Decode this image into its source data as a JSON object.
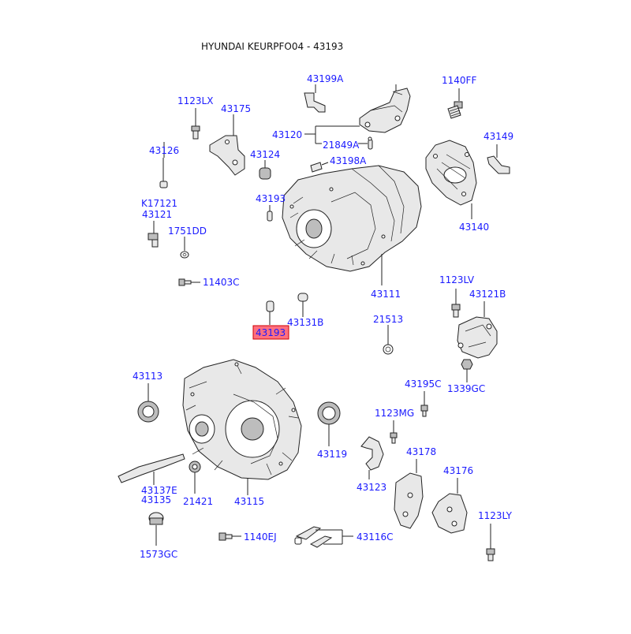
{
  "header": {
    "title": "HYUNDAI KEURPFO04 - 43193"
  },
  "highlight_color": "#ff6f7f",
  "label_color": "#1a1aff",
  "labels": {
    "l43199A": "43199A",
    "l1140FF": "1140FF",
    "l1123LX": "1123LX",
    "l43175": "43175",
    "l43120": "43120",
    "l21849A": "21849A",
    "l43149": "43149",
    "l43126": "43126",
    "l43124": "43124",
    "l43198A": "43198A",
    "l43193top": "43193",
    "lK17121": "K17121",
    "l43121": "43121",
    "l1751DD": "1751DD",
    "l43140": "43140",
    "l11403C": "11403C",
    "l43111": "43111",
    "l1123LV": "1123LV",
    "l43121B": "43121B",
    "l43131B": "43131B",
    "l43193hl": "43193",
    "l21513": "21513",
    "l43113": "43113",
    "l43195C": "43195C",
    "l1339GC": "1339GC",
    "l1123MG": "1123MG",
    "l43119": "43119",
    "l43178": "43178",
    "l43137E": "43137E",
    "l43135": "43135",
    "l43123": "43123",
    "l43176": "43176",
    "l21421": "21421",
    "l43115": "43115",
    "l1123LY": "1123LY",
    "l1140EJ": "1140EJ",
    "l43116C": "43116C",
    "l1573GC": "1573GC"
  }
}
